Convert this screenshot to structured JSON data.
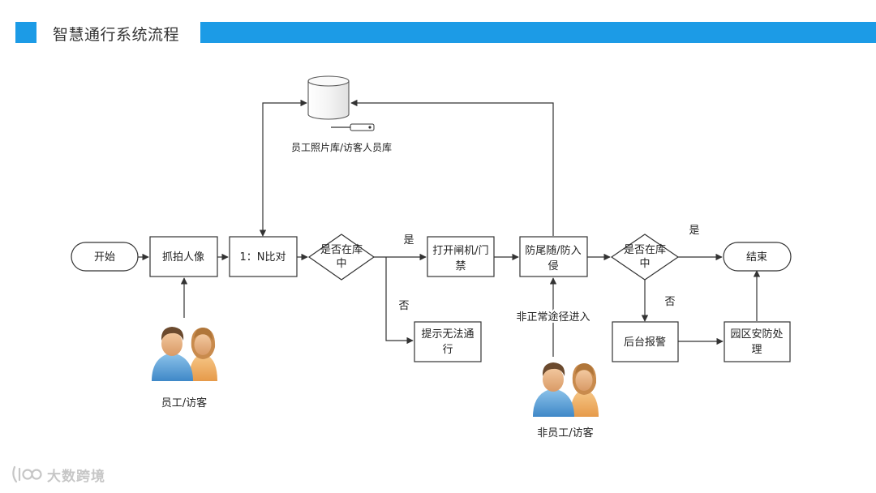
{
  "header": {
    "title": "智慧通行系统流程"
  },
  "nodes": {
    "start": "开始",
    "capture": "抓拍人像",
    "compare": "1：N比对",
    "decision1": [
      "是否在库",
      "中"
    ],
    "open_gate": [
      "打开闸机/门",
      "禁"
    ],
    "no_pass": [
      "提示无法通",
      "行"
    ],
    "anti_tailgate": [
      "防尾随/防入",
      "侵"
    ],
    "decision2": [
      "是否在库",
      "中"
    ],
    "end": "结束",
    "alarm": "后台报警",
    "security": [
      "园区安防处",
      "理"
    ],
    "database": "员工照片库/访客人员库"
  },
  "edge_labels": {
    "yes1": "是",
    "no1": "否",
    "yes2": "是",
    "no2": "否",
    "abnormal": "非正常途径进入"
  },
  "actors": {
    "staff": "员工/访客",
    "non_staff": "非员工/访客"
  },
  "watermark": {
    "text": "大数跨境"
  },
  "colors": {
    "accent": "#1c9be6",
    "stroke": "#333333"
  }
}
